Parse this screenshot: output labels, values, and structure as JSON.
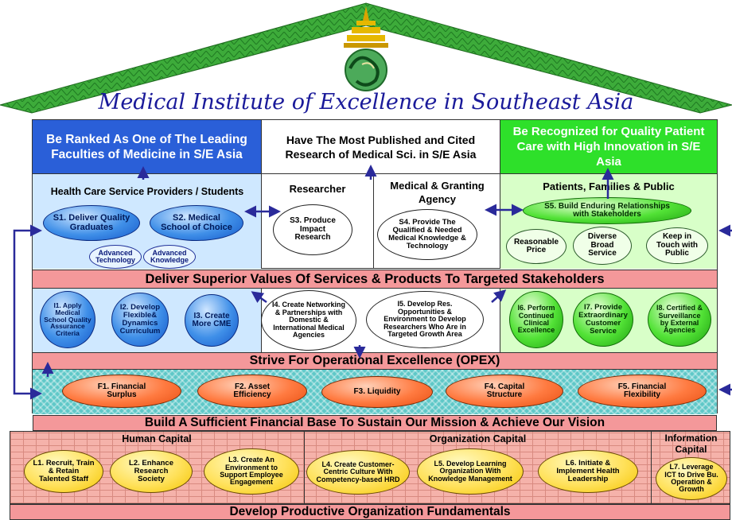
{
  "title": "Medical Institute of Excellence in Southeast Asia",
  "vision": {
    "left": "Be Ranked As One of The Leading Faculties of Medicine in S/E Asia",
    "center": "Have The Most Published and Cited Research of Medical Sci. in S/E Asia",
    "right": "Be Recognized for Quality Patient Care with High Innovation in S/E Asia"
  },
  "stakeholders": {
    "students_header": "Health Care Service Providers / Students",
    "researcher_header": "Researcher",
    "agency_header": "Medical & Granting Agency",
    "patients_header": "Patients, Families & Public",
    "s1": "S1.  Deliver Quality Graduates",
    "s2": "S2. Medical School of Choice",
    "adv_tech": "Advanced Technology",
    "adv_know": "Advanced Knowledge",
    "s3": "S3. Produce Impact Research",
    "s4": "S4. Provide The Qualified & Needed Medical Knowledge & Technology",
    "s5": "S5. Build Enduring Relationships with Stakeholders",
    "price": "Reasonable Price",
    "service": "Diverse Broad Service",
    "touch": "Keep in Touch with Public"
  },
  "bands": {
    "stakeholder": "Deliver Superior Values Of Services & Products To Targeted Stakeholders",
    "process": "Strive For Operational Excellence (OPEX)",
    "financial": "Build A Sufficient Financial Base To Sustain Our Mission & Achieve Our Vision",
    "learning": "Develop Productive Organization Fundamentals"
  },
  "process": {
    "i1": "I1.  Apply Medical School Quality Assurance Criteria",
    "i2": "I2. Develop Flexible& Dynamics Curriculum",
    "i3": "I3. Create More CME",
    "i4": "I4. Create Networking & Partnerships with Domestic & International Medical Agencies",
    "i5": "I5. Develop Res. Opportunities & Environment to Develop Researchers Who Are in Targeted Growth Area",
    "i6": "I6. Perform Continued Clinical Excellence",
    "i7": "I7. Provide Extraordinary Customer Service",
    "i8": "I8. Certified & Surveillance by External Agencies"
  },
  "financial": {
    "f1": "F1. Financial Surplus",
    "f2": "F2. Asset Efficiency",
    "f3": "F3. Liquidity",
    "f4": "F4. Capital Structure",
    "f5": "F5. Financial Flexibility"
  },
  "learning": {
    "human_header": "Human Capital",
    "org_header": "Organization Capital",
    "info_header": "Information Capital",
    "l1": "L1. Recruit, Train & Retain Talented Staff",
    "l2": "L2. Enhance Research Society",
    "l3": "L3. Create An Environment to Support Employee Engagement",
    "l4": "L4. Create Customer-Centric Culture With Competency-based HRD",
    "l5": "L5. Develop Learning Organization With Knowledge Management",
    "l6": "L6. Initiate & Implement Health Leadership",
    "l7": "L7. Leverage ICT to Drive Bu. Operation & Growth"
  },
  "colors": {
    "roof": "#3aa83a",
    "vision_left": "#2a5fd8",
    "vision_right": "#2ee02a",
    "band": "#f4989a",
    "arrow": "#2a2a9a",
    "title": "#1a1a9a"
  }
}
